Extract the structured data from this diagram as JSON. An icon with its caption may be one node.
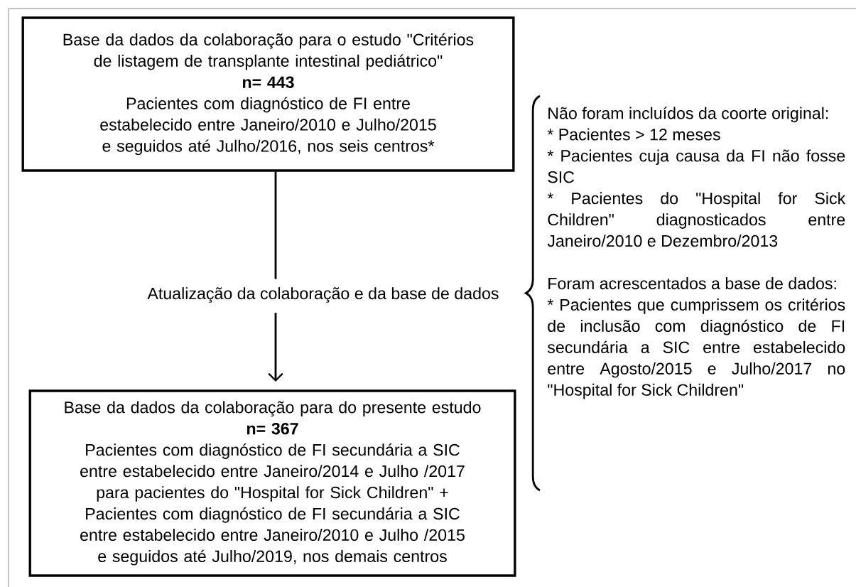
{
  "diagram": {
    "nodes": [
      {
        "text": [
          "Base da dados da colaboração para o estudo \"Critérios de listagem de transplante intestinal pediátrico\"",
          "n= 443",
          "Pacientes com diagnóstico de FI entre estabelecido entre Janeiro/2010 e Julho/2015 e seguidos até Julho/2016, nos seis centros*"
        ]
      },
      {
        "text": [
          "Atualização da colaboração e da base de dados"
        ]
      },
      {
        "text": [
          "Base da dados da colaboração para do presente estudo",
          "n= 367",
          "Pacientes com diagnóstico de FI secundária a SIC entre estabelecido entre Janeiro/2014 e Julho /2017 para pacientes do \"Hospital for Sick Children\" +",
          "Pacientes com diagnóstico de FI secundária a SIC entre estabelecido entre Janeiro/2010 e Julho /2015 e seguidos até Julho/2019, nos demais centros"
        ]
      }
    ],
    "edges": [
      {
        "from": 0,
        "to": 1,
        "arrow": "none"
      },
      {
        "from": 1,
        "to": 2,
        "arrow": "to"
      }
    ],
    "labels": [
      "Não foram incluídos da coorte original:",
      "* Pacientes > 12 meses",
      "* Pacientes cuja causa da FI não fosse SIC",
      "* Pacientes do \"Hospital for Sick Children\" diagnosticados entre Janeiro/2010 e Dezembro/2013",
      "Foram acrescentados a base de dados:",
      "* Pacientes que cumprissem os critérios de inclusão com diagnóstico de FI secundária a SIC entre estabelecido entre Agosto/2015 e Julho/2017 no \"Hospital for Sick Children\""
    ]
  }
}
